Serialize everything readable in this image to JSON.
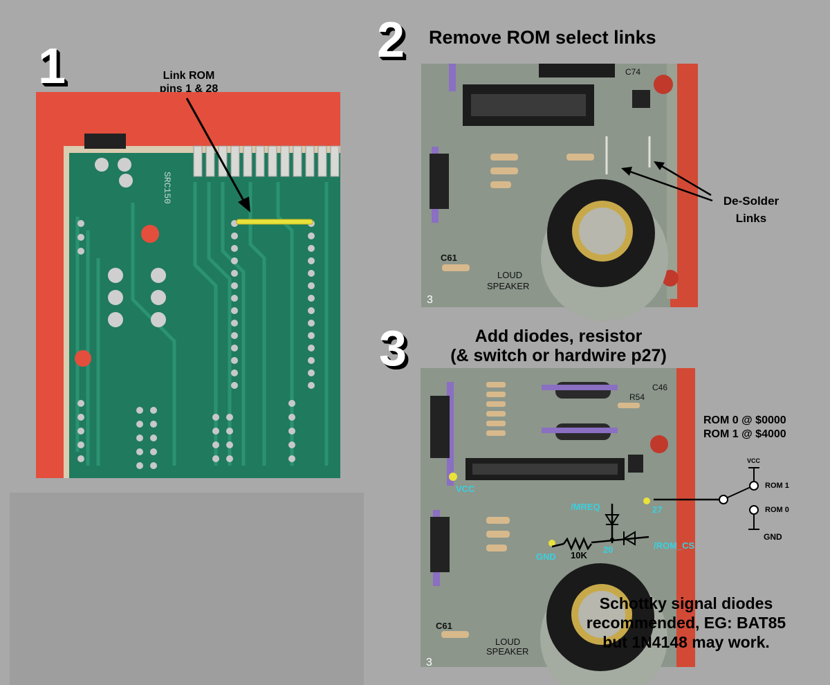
{
  "panel1": {
    "number": "1",
    "annotation_line1": "Link ROM",
    "annotation_line2": "pins 1 & 28",
    "board_silkscreen": "SRC150"
  },
  "panel2": {
    "number": "2",
    "title": "Remove ROM select links",
    "annotation_line1": "De-Solder",
    "annotation_line2": "Links",
    "silkscreen_c61": "C61",
    "silkscreen_loud": "LOUD",
    "silkscreen_speaker": "SPEAKER",
    "silkscreen_3": "3",
    "silkscreen_c74": "C74"
  },
  "panel3": {
    "number": "3",
    "title_line1": "Add diodes, resistor",
    "title_line2": "(& switch or hardwire p27)",
    "rom0_addr": "ROM 0 @ $0000",
    "rom1_addr": "ROM 1 @ $4000",
    "pcb_labels": {
      "vcc": "VCC",
      "mreq": "/MREQ",
      "pin27": "27",
      "gnd": "GND",
      "r10k": "10K",
      "pin20": "20",
      "rom_cs": "/ROM_CS"
    },
    "switch_labels": {
      "vcc": "VCC",
      "rom1": "ROM 1",
      "rom0": "ROM 0",
      "gnd": "GND"
    },
    "note_line1": "Schottky signal diodes",
    "note_line2": "recommended, EG: BAT85",
    "note_line3": "but 1N4148 may work.",
    "silkscreen_c61": "C61",
    "silkscreen_loud": "LOUD",
    "silkscreen_speaker": "SPEAKER",
    "silkscreen_c46": "C46",
    "silkscreen_r54": "R54",
    "silkscreen_3": "3"
  },
  "colors": {
    "background": "#a9a9a9",
    "pcb_green": "#1f7a5e",
    "pcb_grey_green": "#8a9488",
    "red_backdrop": "#e8503e",
    "cyan_label": "#3ad0df",
    "link_wire": "#e9e23a"
  }
}
